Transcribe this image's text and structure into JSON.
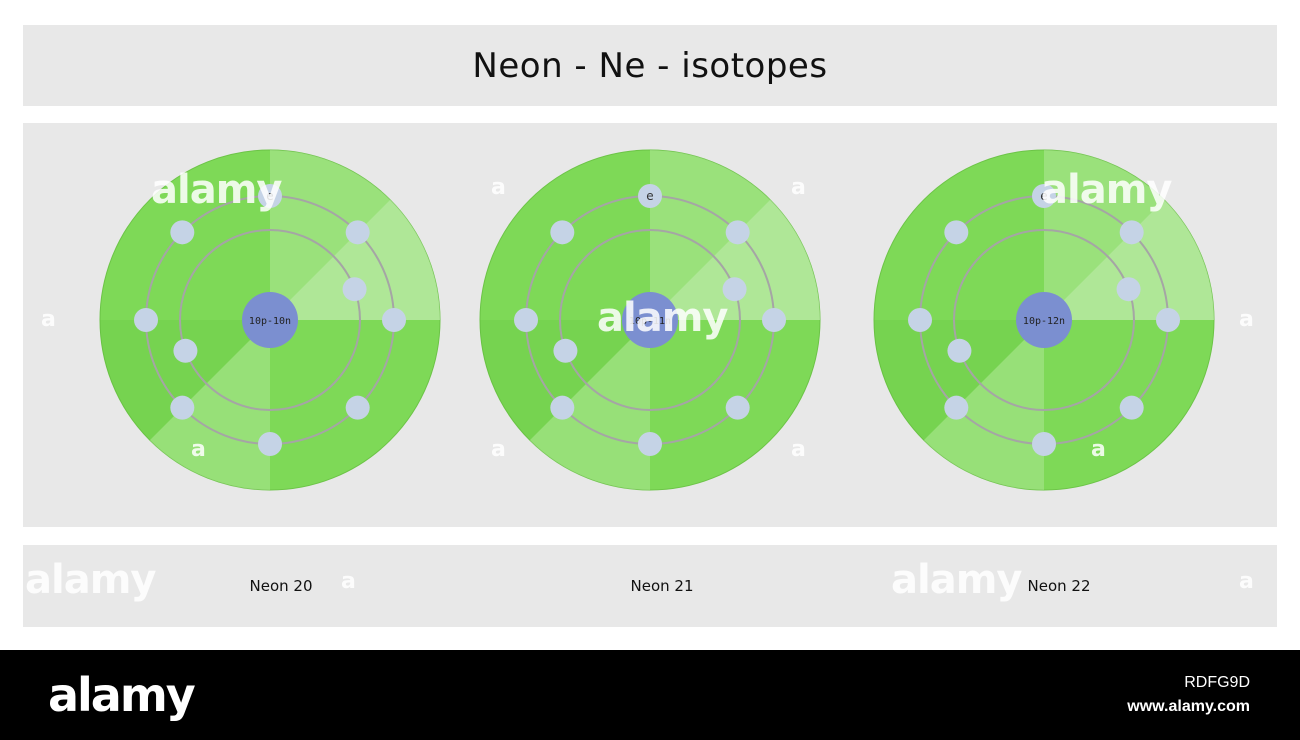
{
  "title": "Neon - Ne - isotopes",
  "electron_symbol": "e",
  "atoms": [
    {
      "nucleus": "10p-10n",
      "label": "Neon 20"
    },
    {
      "nucleus": "10p-11n",
      "label": "Neon 21"
    },
    {
      "nucleus": "10p-12n",
      "label": "Neon 22"
    }
  ],
  "shells": {
    "inner_electrons": 2,
    "outer_electrons": 8
  },
  "colors": {
    "disc": "#7ed957",
    "nucleus": "#7b8fd0",
    "electron": "#c5d3e6",
    "orbit": "#a5a5a5",
    "panel": "#e8e8e8"
  },
  "watermark": {
    "brand": "alamy",
    "letter": "a",
    "image_id": "RDFG9D",
    "url": "www.alamy.com"
  }
}
